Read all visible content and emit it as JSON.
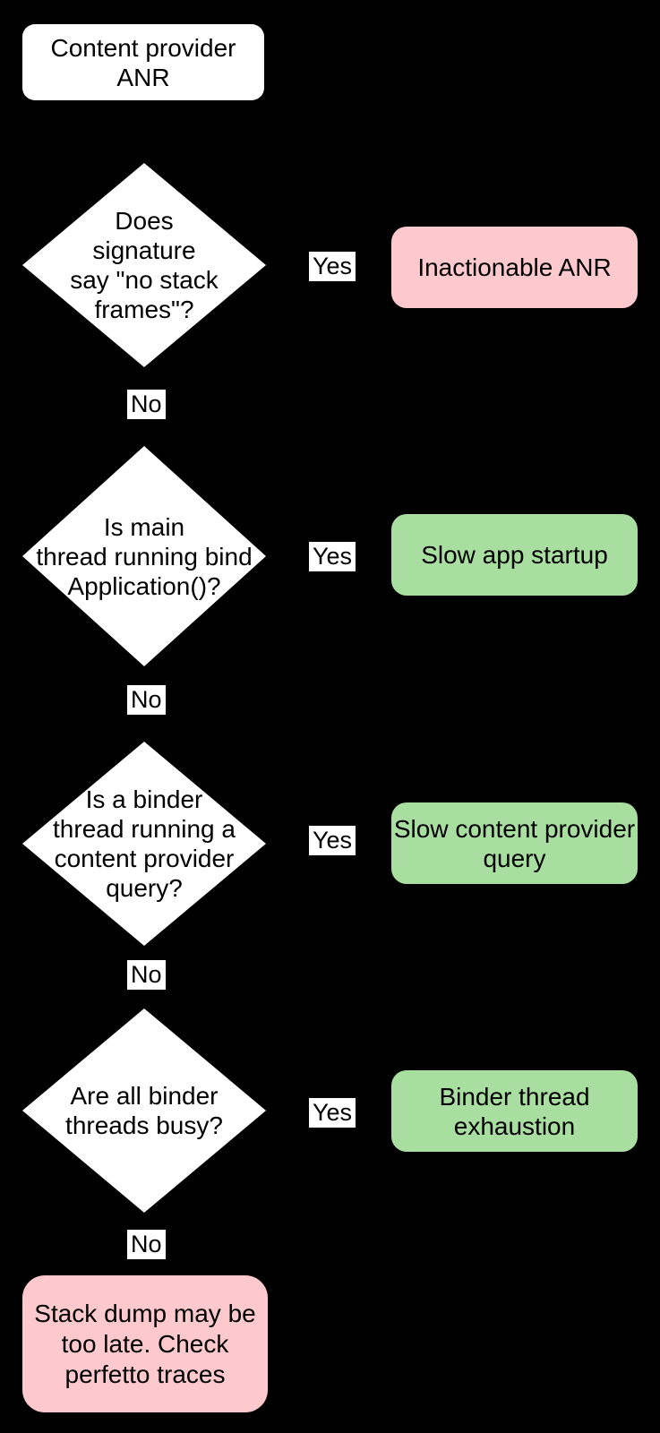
{
  "page": {
    "background": "#000000"
  },
  "colors": {
    "node_fill": "#ffffff",
    "text": "#000000",
    "success_fill": "#a8de9f",
    "danger_fill": "#fdc9cc",
    "label_bg": "#ffffff"
  },
  "flowchart": {
    "title_node": "Content provider\nANR",
    "decisions": [
      {
        "question": "Does\nsignature\nsay \"no stack\nframes\"?",
        "yes": "Yes",
        "no": "No",
        "outcome": "Inactionable ANR",
        "outcome_type": "inactionable"
      },
      {
        "question": "Is main\nthread running bind\nApplication()?",
        "yes": "Yes",
        "no": "No",
        "outcome": "Slow app startup",
        "outcome_type": "actionable"
      },
      {
        "question": "Is a binder\nthread running a\ncontent provider\nquery?",
        "yes": "Yes",
        "no": "No",
        "outcome": "Slow content provider\nquery",
        "outcome_type": "actionable"
      },
      {
        "question": "Are all binder\nthreads busy?",
        "yes": "Yes",
        "no": "No",
        "outcome": "Binder thread\nexhaustion",
        "outcome_type": "actionable"
      }
    ],
    "terminal_node": "Stack dump may be\ntoo late. Check\nperfetto traces"
  }
}
